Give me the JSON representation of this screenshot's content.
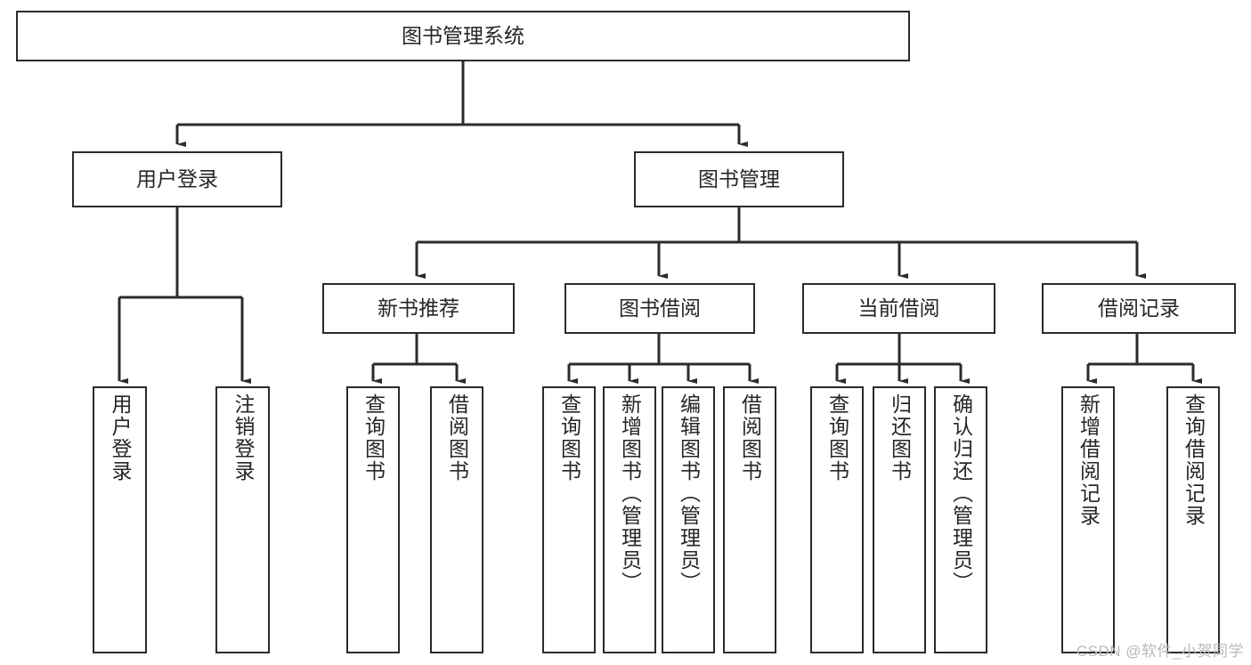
{
  "diagram": {
    "title_node": {
      "label": "图书管理系统"
    },
    "level2": [
      {
        "id": "user-login",
        "label": "用户登录"
      },
      {
        "id": "book-management",
        "label": "图书管理"
      }
    ],
    "level3": [
      {
        "id": "new-book-recommend",
        "label": "新书推荐"
      },
      {
        "id": "book-borrow",
        "label": "图书借阅"
      },
      {
        "id": "current-borrow",
        "label": "当前借阅"
      },
      {
        "id": "borrow-record",
        "label": "借阅记录"
      }
    ],
    "leaves": [
      {
        "id": "leaf-user-login",
        "label": "用户登录",
        "parent": "user-login"
      },
      {
        "id": "leaf-logout-login",
        "label": "注销登录",
        "parent": "user-login"
      },
      {
        "id": "leaf-query-book-1",
        "label": "查询图书",
        "parent": "new-book-recommend"
      },
      {
        "id": "leaf-borrow-book-1",
        "label": "借阅图书",
        "parent": "new-book-recommend"
      },
      {
        "id": "leaf-query-book-2",
        "label": "查询图书",
        "parent": "book-borrow"
      },
      {
        "id": "leaf-add-book",
        "label": "新增图书（管理员）",
        "parent": "book-borrow"
      },
      {
        "id": "leaf-edit-book",
        "label": "编辑图书（管理员）",
        "parent": "book-borrow"
      },
      {
        "id": "leaf-borrow-book-2",
        "label": "借阅图书",
        "parent": "book-borrow"
      },
      {
        "id": "leaf-query-book-3",
        "label": "查询图书",
        "parent": "current-borrow"
      },
      {
        "id": "leaf-return-book",
        "label": "归还图书",
        "parent": "current-borrow"
      },
      {
        "id": "leaf-confirm-return",
        "label": "确认归还（管理员）",
        "parent": "current-borrow"
      },
      {
        "id": "leaf-add-borrow-record",
        "label": "新增借阅记录",
        "parent": "borrow-record"
      },
      {
        "id": "leaf-query-borrow-record",
        "label": "查询借阅记录",
        "parent": "borrow-record"
      }
    ],
    "colors": {
      "stroke": "#2b2b2b",
      "text": "#262626",
      "background": "#ffffff",
      "watermark": "#b9b9b9"
    }
  },
  "watermark": {
    "text": "CSDN @软件_小贺同学"
  }
}
